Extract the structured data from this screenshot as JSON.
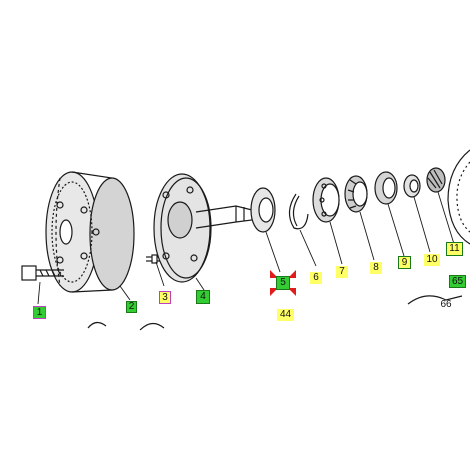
{
  "callouts": {
    "c1": "1",
    "c2": "2",
    "c3": "3",
    "c4": "4",
    "c5": "5",
    "c6": "6",
    "c7": "7",
    "c8": "8",
    "c9": "9",
    "c10": "10",
    "c11": "11",
    "c44": "44",
    "c65": "65",
    "c66": "66"
  },
  "colors": {
    "highlight_yellow": "#ffff66",
    "highlight_green": "#33cc33",
    "outline_magenta": "#c03fc0",
    "selected_marker": "#e01b1b",
    "line_art": "#1a1a1a"
  },
  "selected_callout": "5"
}
